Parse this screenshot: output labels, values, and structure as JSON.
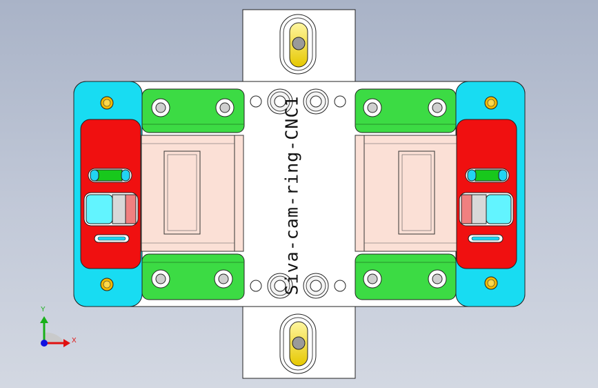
{
  "viewport": {
    "part_engraving": "Siva-cam-ring-CNC1",
    "axis_triad": {
      "x_label": "X",
      "y_label": "Y"
    }
  },
  "colors": {
    "background_top": "#a9b3c7",
    "background_bottom": "#d3d8e2",
    "base_plate": "#ffffff",
    "side_blocks": "#18dcf2",
    "red_jaws": "#f01010",
    "green_clamps": "#3cdb44",
    "slide_pads": "#fbe0d6",
    "slot_pins": "#f2d600",
    "axis_x": "#e01010",
    "axis_y": "#18b018",
    "axis_z": "#1010e0"
  },
  "icons": [
    "coordinate-triad-icon"
  ]
}
